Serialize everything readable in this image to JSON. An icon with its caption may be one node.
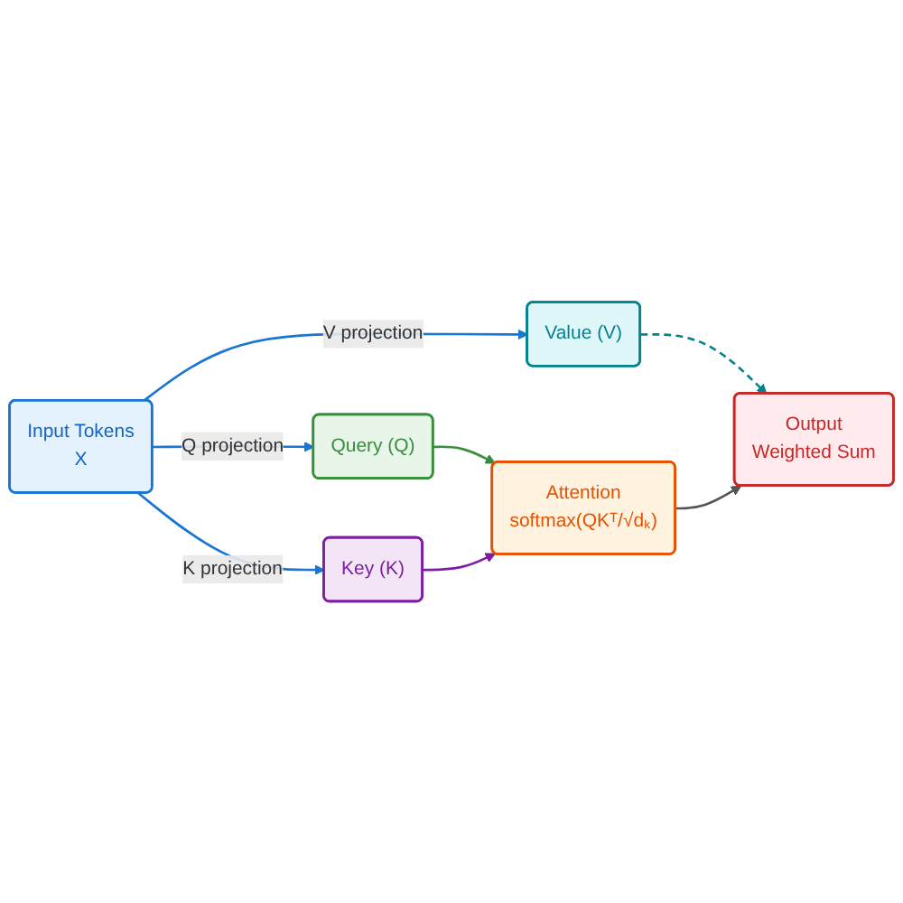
{
  "diagram": {
    "nodes": [
      {
        "text": [
          "Input Tokens",
          "X"
        ]
      },
      {
        "text": [
          "Query (Q)"
        ]
      },
      {
        "text": [
          "Key (K)"
        ]
      },
      {
        "text": [
          "Value (V)"
        ]
      },
      {
        "text": [
          "Attention",
          "softmax(QKᵀ/√dₖ)"
        ]
      },
      {
        "text": [
          "Output",
          "Weighted Sum"
        ]
      }
    ],
    "edges": [
      {
        "from": 0,
        "to": 1,
        "arrow": "to",
        "label": "Q projection"
      },
      {
        "from": 0,
        "to": 2,
        "arrow": "to",
        "label": "K projection"
      },
      {
        "from": 0,
        "to": 3,
        "arrow": "to",
        "label": "V projection"
      },
      {
        "from": 1,
        "to": 4,
        "arrow": "to",
        "color": "#388e3c"
      },
      {
        "from": 2,
        "to": 4,
        "arrow": "to",
        "color": "#7b1fa2"
      },
      {
        "from": 3,
        "to": 5,
        "arrow": "to",
        "style": "dashed",
        "color": "#00838f"
      },
      {
        "from": 4,
        "to": 5,
        "arrow": "to",
        "color": "#555555"
      }
    ]
  }
}
